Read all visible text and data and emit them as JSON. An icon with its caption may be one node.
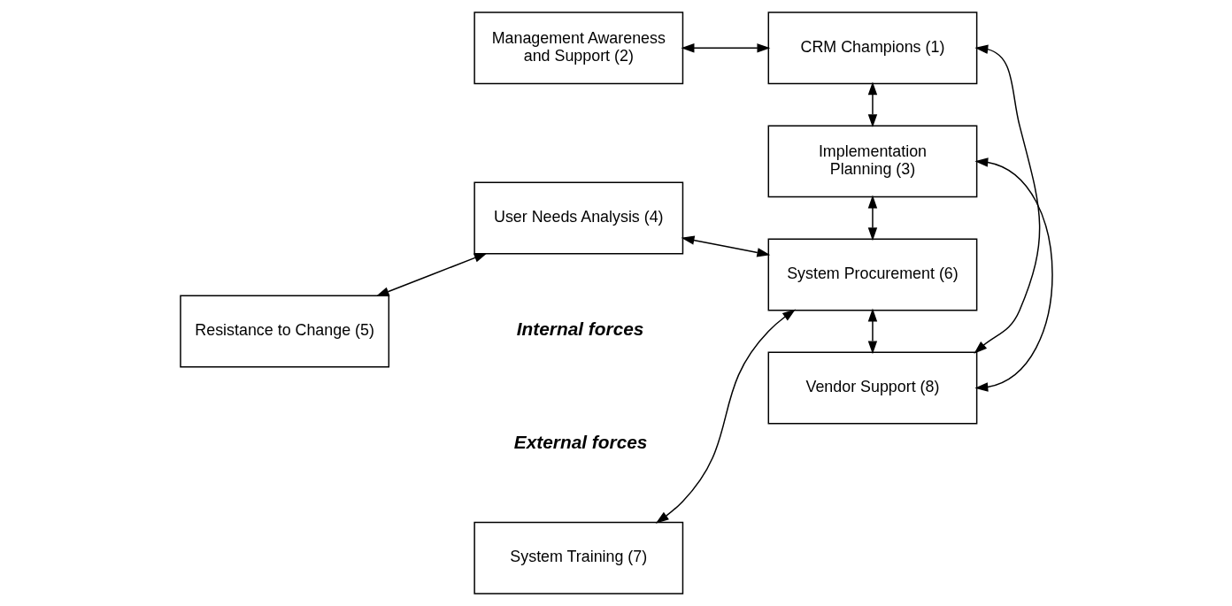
{
  "diagram": {
    "nodes": [
      {
        "text": [
          "Management Awareness and Support (2)"
        ]
      },
      {
        "text": [
          "CRM Champions (1)"
        ]
      },
      {
        "text": [
          "Implementation Planning (3)"
        ]
      },
      {
        "text": [
          "Resistance to Change (5)"
        ]
      },
      {
        "text": [
          "User Needs Analysis (4)"
        ]
      },
      {
        "text": [
          "System Procurement (6)"
        ]
      },
      {
        "text": [
          "System Training (7)"
        ]
      },
      {
        "text": [
          "Vendor Support (8)"
        ]
      }
    ],
    "edges": [
      {
        "from": 0,
        "to": 1,
        "arrow": "both"
      },
      {
        "from": 1,
        "to": 2,
        "arrow": "both"
      },
      {
        "from": 3,
        "to": 4,
        "arrow": "both"
      },
      {
        "from": 2,
        "to": 5,
        "arrow": "both"
      },
      {
        "from": 4,
        "to": 5,
        "arrow": "both"
      },
      {
        "from": 6,
        "to": 5,
        "arrow": "both"
      },
      {
        "from": 1,
        "to": 7,
        "arrow": "both"
      },
      {
        "from": 2,
        "to": 7,
        "arrow": "both"
      },
      {
        "from": 5,
        "to": 7,
        "arrow": "both"
      }
    ],
    "labels": [
      "Internal forces",
      "External forces"
    ]
  }
}
